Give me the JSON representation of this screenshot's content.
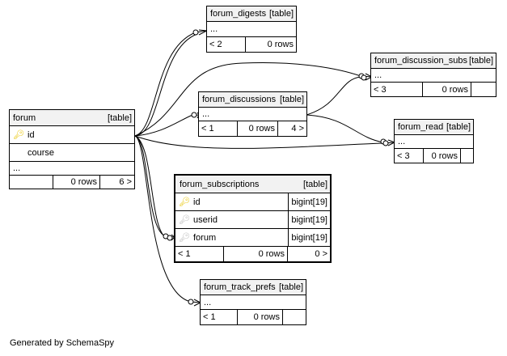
{
  "tables": {
    "forum_digests": {
      "name": "forum_digests",
      "kind": "[table]",
      "ellipsis": "...",
      "parents": "< 2",
      "rows": "0 rows"
    },
    "forum_discussion_subs": {
      "name": "forum_discussion_subs",
      "kind": "[table]",
      "ellipsis": "...",
      "parents": "< 3",
      "rows": "0 rows"
    },
    "forum_discussions": {
      "name": "forum_discussions",
      "kind": "[table]",
      "ellipsis": "...",
      "parents": "< 1",
      "rows": "0 rows",
      "children": "4 >"
    },
    "forum_read": {
      "name": "forum_read",
      "kind": "[table]",
      "ellipsis": "...",
      "parents": "< 3",
      "rows": "0 rows"
    },
    "forum": {
      "name": "forum",
      "kind": "[table]",
      "col1": "id",
      "col2": "course",
      "ellipsis": "...",
      "rows": "0 rows",
      "children": "6 >"
    },
    "forum_subscriptions": {
      "name": "forum_subscriptions",
      "kind": "[table]",
      "columns": [
        {
          "name": "id",
          "type": "bigint[19]"
        },
        {
          "name": "userid",
          "type": "bigint[19]"
        },
        {
          "name": "forum",
          "type": "bigint[19]"
        }
      ],
      "parents": "< 1",
      "rows": "0 rows",
      "children": "0 >"
    },
    "forum_track_prefs": {
      "name": "forum_track_prefs",
      "kind": "[table]",
      "ellipsis": "...",
      "parents": "< 1",
      "rows": "0 rows"
    }
  },
  "footer": "Generated by SchemaSpy",
  "colors": {
    "primary_key": "#e8c400",
    "foreign_key": "#b8b8b8",
    "header_bg": "#f2f2f2"
  }
}
